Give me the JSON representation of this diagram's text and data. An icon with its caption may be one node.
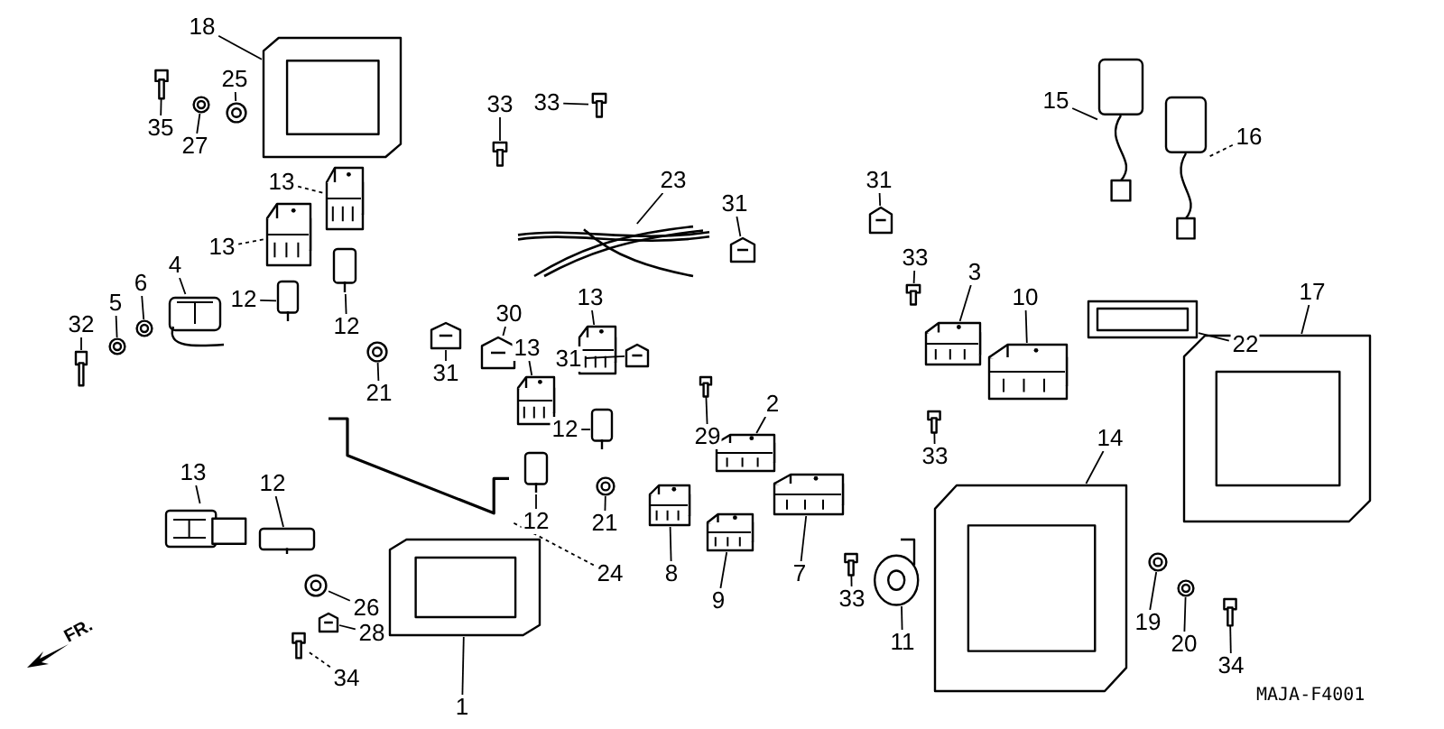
{
  "diagram": {
    "nodes": [
      {
        "text": [
          "18"
        ]
      },
      {
        "text": [],
        "shape": "picture"
      },
      {
        "text": [
          "25"
        ]
      },
      {
        "text": [],
        "shape": "picture"
      },
      {
        "text": [
          "35"
        ]
      },
      {
        "text": [],
        "shape": "picture"
      },
      {
        "text": [
          "27"
        ]
      },
      {
        "text": [],
        "shape": "picture"
      },
      {
        "text": [
          "13"
        ]
      },
      {
        "text": [],
        "shape": "picture"
      },
      {
        "text": [
          "13"
        ]
      },
      {
        "text": [],
        "shape": "picture"
      },
      {
        "text": [
          "12"
        ]
      },
      {
        "text": [],
        "shape": "picture"
      },
      {
        "text": [
          "12"
        ]
      },
      {
        "text": [],
        "shape": "picture"
      },
      {
        "text": [
          "4"
        ]
      },
      {
        "text": [],
        "shape": "picture"
      },
      {
        "text": [
          "6"
        ]
      },
      {
        "text": [],
        "shape": "picture"
      },
      {
        "text": [
          "5"
        ]
      },
      {
        "text": [],
        "shape": "picture"
      },
      {
        "text": [
          "32"
        ]
      },
      {
        "text": [],
        "shape": "picture"
      },
      {
        "text": [
          "33"
        ]
      },
      {
        "text": [],
        "shape": "picture"
      },
      {
        "text": [
          "33"
        ]
      },
      {
        "text": [],
        "shape": "picture"
      },
      {
        "text": [
          "23"
        ]
      },
      {
        "text": [],
        "shape": "picture"
      },
      {
        "text": [
          "31"
        ]
      },
      {
        "text": [],
        "shape": "picture"
      },
      {
        "text": [
          "31"
        ]
      },
      {
        "text": [],
        "shape": "picture"
      },
      {
        "text": [
          "33"
        ]
      },
      {
        "text": [],
        "shape": "picture"
      },
      {
        "text": [
          "3"
        ]
      },
      {
        "text": [],
        "shape": "picture"
      },
      {
        "text": [
          "10"
        ]
      },
      {
        "text": [],
        "shape": "picture"
      },
      {
        "text": [
          "15"
        ]
      },
      {
        "text": [],
        "shape": "picture"
      },
      {
        "text": [
          "16"
        ]
      },
      {
        "text": [],
        "shape": "picture"
      },
      {
        "text": [
          "22"
        ]
      },
      {
        "text": [],
        "shape": "picture"
      },
      {
        "text": [
          "17"
        ]
      },
      {
        "text": [],
        "shape": "picture"
      },
      {
        "text": [
          "30"
        ]
      },
      {
        "text": [],
        "shape": "picture"
      },
      {
        "text": [
          "13"
        ]
      },
      {
        "text": [],
        "shape": "picture"
      },
      {
        "text": [
          "13"
        ]
      },
      {
        "text": [],
        "shape": "picture"
      },
      {
        "text": [
          "31"
        ]
      },
      {
        "text": [],
        "shape": "picture"
      },
      {
        "text": [
          "31"
        ]
      },
      {
        "text": [],
        "shape": "picture"
      },
      {
        "text": [
          "21"
        ]
      },
      {
        "text": [],
        "shape": "picture"
      },
      {
        "text": [
          "12"
        ]
      },
      {
        "text": [],
        "shape": "picture"
      },
      {
        "text": [
          "12"
        ]
      },
      {
        "text": [],
        "shape": "picture"
      },
      {
        "text": [
          "21"
        ]
      },
      {
        "text": [],
        "shape": "picture"
      },
      {
        "text": [
          "29"
        ]
      },
      {
        "text": [],
        "shape": "picture"
      },
      {
        "text": [
          "2"
        ]
      },
      {
        "text": [],
        "shape": "picture"
      },
      {
        "text": [
          "33"
        ]
      },
      {
        "text": [],
        "shape": "picture"
      },
      {
        "text": [
          "8"
        ]
      },
      {
        "text": [],
        "shape": "picture"
      },
      {
        "text": [
          "9"
        ]
      },
      {
        "text": [],
        "shape": "picture"
      },
      {
        "text": [
          "7"
        ]
      },
      {
        "text": [],
        "shape": "picture"
      },
      {
        "text": [
          "33"
        ]
      },
      {
        "text": [],
        "shape": "picture"
      },
      {
        "text": [
          "11"
        ]
      },
      {
        "text": [],
        "shape": "picture"
      },
      {
        "text": [
          "14"
        ]
      },
      {
        "text": [],
        "shape": "picture"
      },
      {
        "text": [
          "19"
        ]
      },
      {
        "text": [],
        "shape": "picture"
      },
      {
        "text": [
          "20"
        ]
      },
      {
        "text": [],
        "shape": "picture"
      },
      {
        "text": [
          "34"
        ]
      },
      {
        "text": [],
        "shape": "picture"
      },
      {
        "text": [
          "24"
        ]
      },
      {
        "text": [],
        "shape": "picture"
      },
      {
        "text": [
          "13"
        ]
      },
      {
        "text": [],
        "shape": "picture"
      },
      {
        "text": [
          "12"
        ]
      },
      {
        "text": [],
        "shape": "picture"
      },
      {
        "text": [
          "26"
        ]
      },
      {
        "text": [],
        "shape": "picture"
      },
      {
        "text": [
          "28"
        ]
      },
      {
        "text": [],
        "shape": "picture"
      },
      {
        "text": [
          "34"
        ]
      },
      {
        "text": [],
        "shape": "picture"
      },
      {
        "text": [
          "1"
        ]
      },
      {
        "text": [],
        "shape": "picture"
      }
    ],
    "edges": [
      {
        "from": 0,
        "to": 1,
        "arrow": "none"
      },
      {
        "from": 2,
        "to": 3,
        "arrow": "none"
      },
      {
        "from": 4,
        "to": 5,
        "arrow": "none"
      },
      {
        "from": 6,
        "to": 7,
        "arrow": "none"
      },
      {
        "from": 8,
        "to": 9,
        "arrow": "none",
        "style": "dashed"
      },
      {
        "from": 10,
        "to": 11,
        "arrow": "none",
        "style": "dashed"
      },
      {
        "from": 12,
        "to": 13,
        "arrow": "none"
      },
      {
        "from": 14,
        "to": 15,
        "arrow": "none"
      },
      {
        "from": 16,
        "to": 17,
        "arrow": "none"
      },
      {
        "from": 18,
        "to": 19,
        "arrow": "none"
      },
      {
        "from": 20,
        "to": 21,
        "arrow": "none"
      },
      {
        "from": 22,
        "to": 23,
        "arrow": "none"
      },
      {
        "from": 24,
        "to": 25,
        "arrow": "none"
      },
      {
        "from": 26,
        "to": 27,
        "arrow": "none"
      },
      {
        "from": 28,
        "to": 29,
        "arrow": "none"
      },
      {
        "from": 30,
        "to": 31,
        "arrow": "none"
      },
      {
        "from": 32,
        "to": 33,
        "arrow": "none"
      },
      {
        "from": 34,
        "to": 35,
        "arrow": "none"
      },
      {
        "from": 36,
        "to": 37,
        "arrow": "none"
      },
      {
        "from": 38,
        "to": 39,
        "arrow": "none"
      },
      {
        "from": 40,
        "to": 41,
        "arrow": "none"
      },
      {
        "from": 42,
        "to": 43,
        "arrow": "none",
        "style": "dashed"
      },
      {
        "from": 44,
        "to": 45,
        "arrow": "none"
      },
      {
        "from": 46,
        "to": 47,
        "arrow": "none"
      },
      {
        "from": 48,
        "to": 49,
        "arrow": "none"
      },
      {
        "from": 50,
        "to": 51,
        "arrow": "none"
      },
      {
        "from": 52,
        "to": 53,
        "arrow": "none"
      },
      {
        "from": 54,
        "to": 55,
        "arrow": "none"
      },
      {
        "from": 56,
        "to": 57,
        "arrow": "none"
      },
      {
        "from": 58,
        "to": 59,
        "arrow": "none"
      },
      {
        "from": 60,
        "to": 61,
        "arrow": "none"
      },
      {
        "from": 62,
        "to": 63,
        "arrow": "none"
      },
      {
        "from": 64,
        "to": 65,
        "arrow": "none"
      },
      {
        "from": 66,
        "to": 67,
        "arrow": "none"
      },
      {
        "from": 68,
        "to": 69,
        "arrow": "none"
      },
      {
        "from": 70,
        "to": 71,
        "arrow": "none"
      },
      {
        "from": 72,
        "to": 73,
        "arrow": "none"
      },
      {
        "from": 74,
        "to": 75,
        "arrow": "none"
      },
      {
        "from": 76,
        "to": 77,
        "arrow": "none"
      },
      {
        "from": 78,
        "to": 79,
        "arrow": "none"
      },
      {
        "from": 80,
        "to": 81,
        "arrow": "none"
      },
      {
        "from": 82,
        "to": 83,
        "arrow": "none"
      },
      {
        "from": 84,
        "to": 85,
        "arrow": "none"
      },
      {
        "from": 86,
        "to": 87,
        "arrow": "none"
      },
      {
        "from": 88,
        "to": 89,
        "arrow": "none"
      },
      {
        "from": 90,
        "to": 91,
        "arrow": "none",
        "style": "dashed"
      },
      {
        "from": 92,
        "to": 93,
        "arrow": "none"
      },
      {
        "from": 94,
        "to": 95,
        "arrow": "none"
      },
      {
        "from": 96,
        "to": 97,
        "arrow": "none"
      },
      {
        "from": 98,
        "to": 99,
        "arrow": "none"
      },
      {
        "from": 100,
        "to": 101,
        "arrow": "none",
        "style": "dashed"
      },
      {
        "from": 102,
        "to": 103,
        "arrow": "none"
      }
    ],
    "labels": [
      "FR.",
      "MAJA-F4001"
    ]
  }
}
